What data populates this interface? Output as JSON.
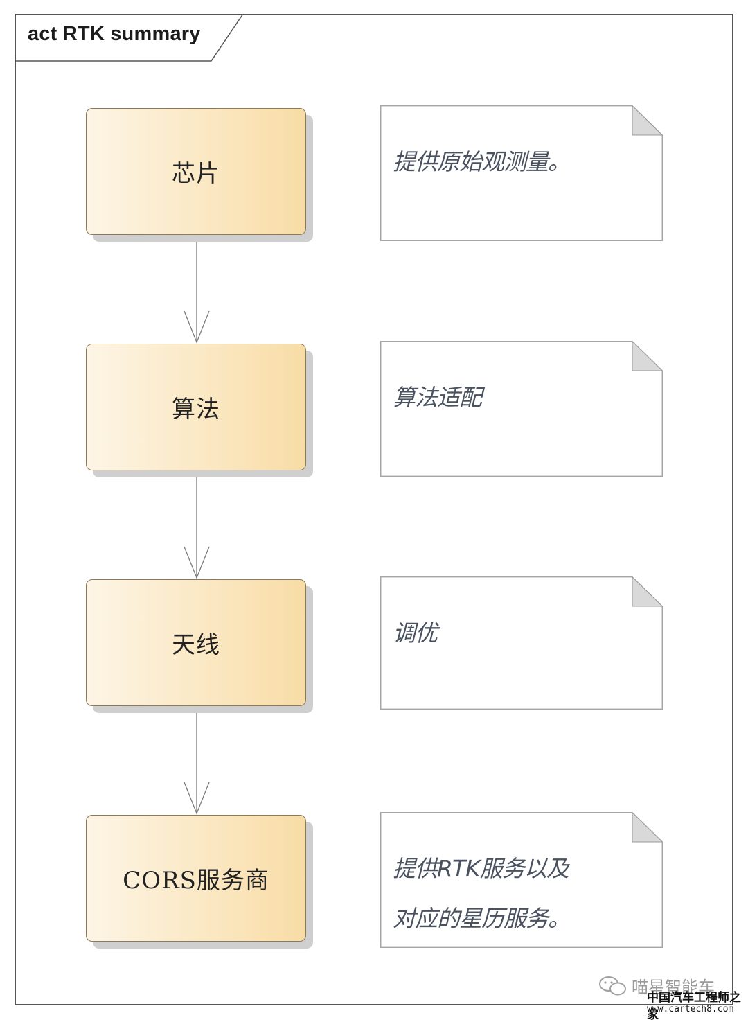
{
  "frame": {
    "title": "act RTK summary"
  },
  "actions": [
    {
      "label": "芯片"
    },
    {
      "label": "算法"
    },
    {
      "label": "天线"
    },
    {
      "label": "CORS服务商"
    }
  ],
  "notes": [
    {
      "lines": [
        "提供原始观测量。"
      ]
    },
    {
      "lines": [
        "算法适配"
      ]
    },
    {
      "lines": [
        "调优"
      ]
    },
    {
      "lines": [
        "提供RTK服务以及",
        "对应的星历服务。"
      ]
    }
  ],
  "watermark": {
    "account": "喵星智能车",
    "site_name": "中国汽车工程师之家",
    "site_url": "www.cartech8.com"
  },
  "colors": {
    "action_fill_start": "#fdf5e6",
    "action_fill_end": "#f8dca6",
    "note_fold": "#d9d9d9",
    "edge": "#7a7a7a"
  }
}
